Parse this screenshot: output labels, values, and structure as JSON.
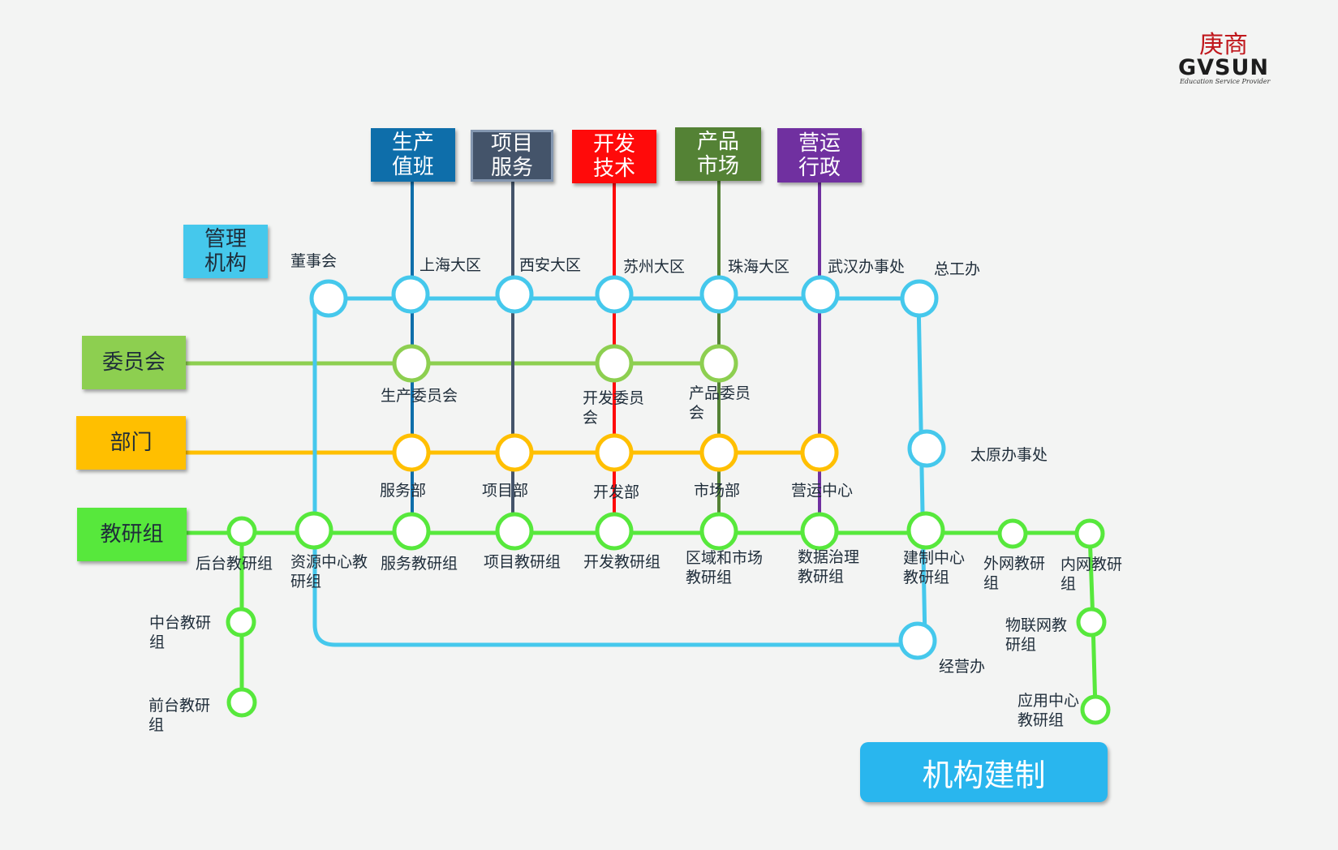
{
  "logo": {
    "cn": "庚商",
    "en": "GVSUN",
    "sub": "Education Service Provider"
  },
  "footer_title": "机构建制",
  "categories": {
    "mgmt": "管理\n机构",
    "committee": "委员会",
    "dept": "部门",
    "research": "教研组"
  },
  "business_lines": {
    "prod": "生产\n值班",
    "proj": "项目\n服务",
    "dev": "开发\n技术",
    "product": "产品\n市场",
    "ops": "营运\n行政"
  },
  "stations": {
    "board": "董事会",
    "shanghai": "上海大区",
    "xian": "西安大区",
    "suzhou": "苏州大区",
    "zhuhai": "珠海大区",
    "wuhan": "武汉办事处",
    "zonggong": "总工办",
    "prod_com": "生产委员会",
    "dev_com": "开发委员\n会",
    "prod_mkt_com": "产品委员\n会",
    "taiyuan": "太原办事处",
    "service_dept": "服务部",
    "project_dept": "项目部",
    "dev_dept": "开发部",
    "market_dept": "市场部",
    "ops_center": "营运中心",
    "backend_grp": "后台教研组",
    "resource_grp": "资源中心教\n研组",
    "service_grp": "服务教研组",
    "project_grp": "项目教研组",
    "dev_grp": "开发教研组",
    "region_grp": "区域和市场\n教研组",
    "data_grp": "数据治理\n教研组",
    "build_grp": "建制中心\n教研组",
    "extnet_grp": "外网教研\n组",
    "intranet_grp": "内网教研\n组",
    "middle_grp": "中台教研\n组",
    "front_grp": "前台教研\n组",
    "iot_grp": "物联网教\n研组",
    "app_grp": "应用中心\n教研组",
    "jingying": "经营办"
  },
  "colors": {
    "mgmt": "#45c8ec",
    "committee": "#8dcf50",
    "dept": "#ffbf00",
    "research": "#57e83c",
    "prod": "#0e6eaa",
    "proj": "#44546a",
    "dev": "#ff0a0a",
    "product": "#548235",
    "ops": "#7030a0",
    "title": "#29b6ee"
  }
}
